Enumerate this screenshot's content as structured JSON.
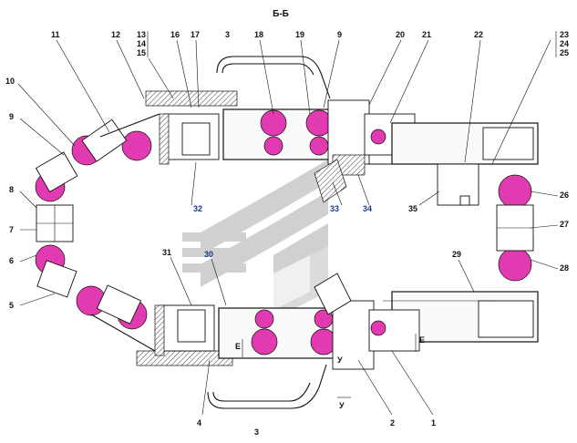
{
  "section_title": "Б-Б",
  "colors": {
    "seal": "#e23ab0",
    "ink": "#111111",
    "watermark": "#a8aaa8",
    "label_blue": "#1a3a8a"
  },
  "labels": {
    "n1": "1",
    "n2": "2",
    "n3_top": "3",
    "n3_bottom": "3",
    "n4": "4",
    "n5": "5",
    "n6": "6",
    "n7": "7",
    "n8": "8",
    "n9_left": "9",
    "n9_top": "9",
    "n10": "10",
    "n11": "11",
    "n12": "12",
    "n13": "13",
    "n14": "14",
    "n15": "15",
    "n16": "16",
    "n17": "17",
    "n18": "18",
    "n19": "19",
    "n20": "20",
    "n21": "21",
    "n22": "22",
    "n23": "23",
    "n24": "24",
    "n25": "25",
    "n26": "26",
    "n27": "27",
    "n28": "28",
    "n29": "29",
    "n30": "30",
    "n31": "31",
    "n32": "32",
    "n33": "33",
    "n34": "34",
    "n35": "35"
  },
  "view_marks": {
    "e_left": "E",
    "e_right": "E",
    "y_middle": "У",
    "y_bottom": "У"
  }
}
